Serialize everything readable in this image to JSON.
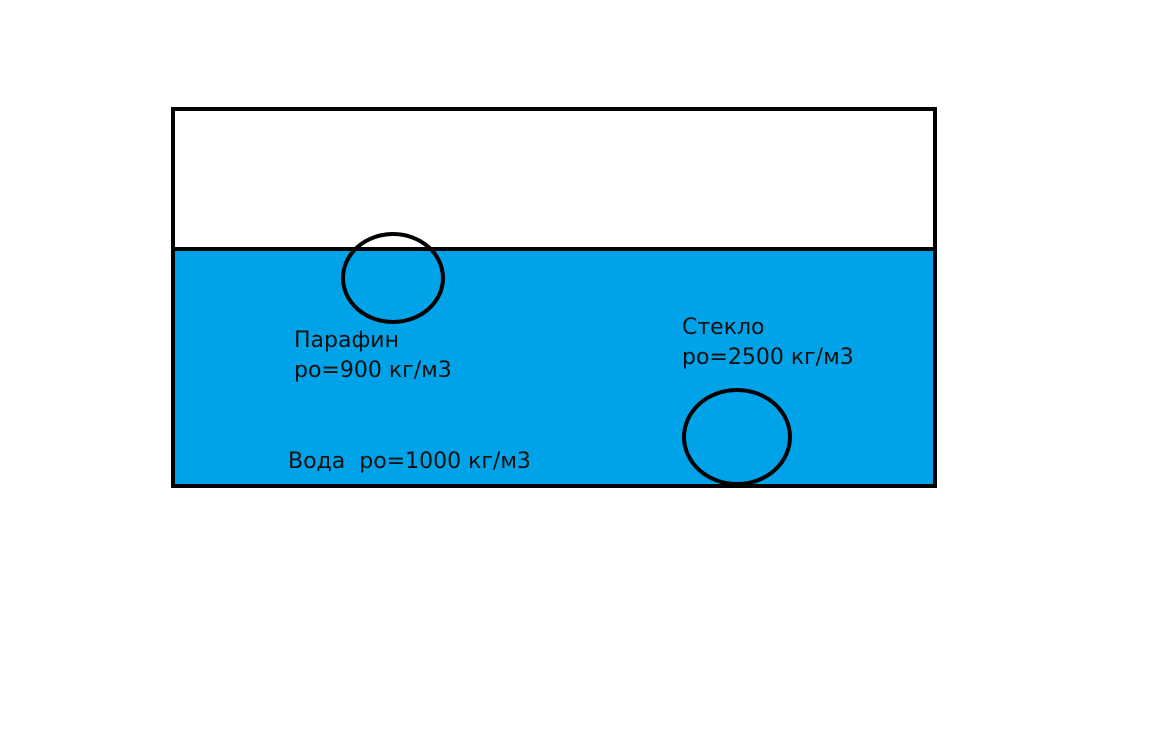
{
  "colors": {
    "water": "#00A2E8",
    "outline": "#000000",
    "background": "#FFFFFF"
  },
  "labels": {
    "paraffin": {
      "name": "Парафин",
      "density": "ро=900 кг/м3"
    },
    "glass": {
      "name": "Стекло",
      "density": "ро=2500 кг/м3"
    },
    "water": {
      "text": "Вода  ро=1000 кг/м3"
    }
  }
}
